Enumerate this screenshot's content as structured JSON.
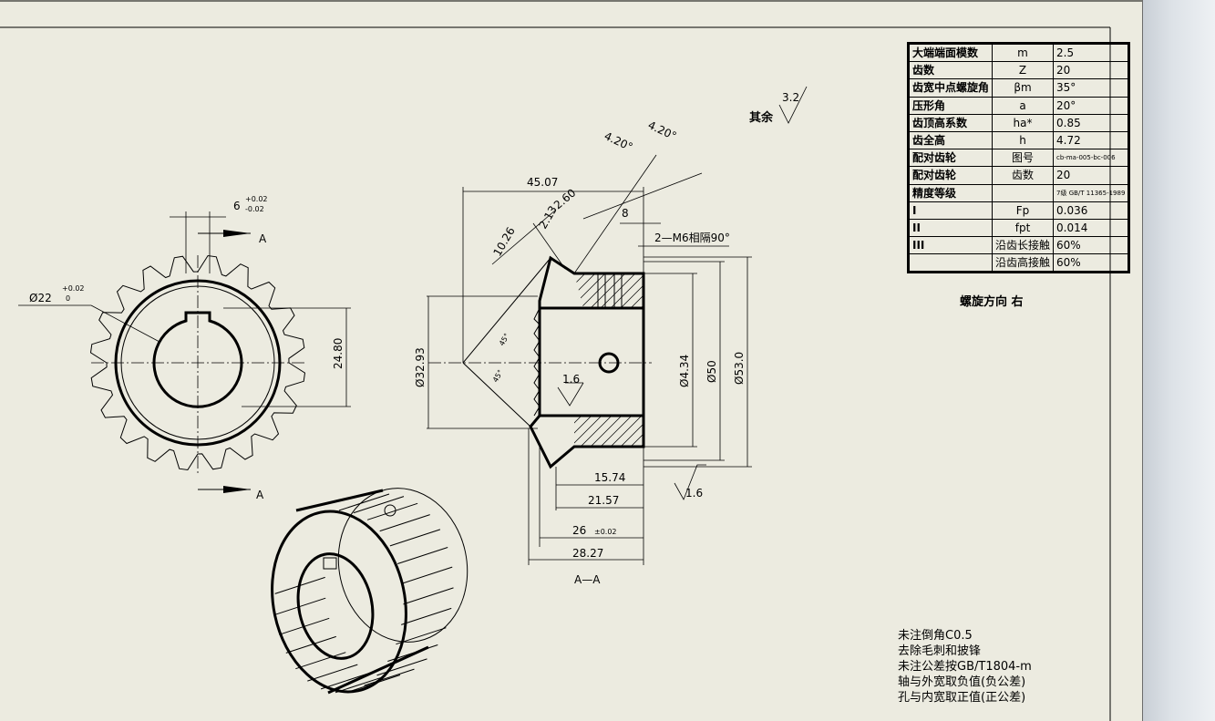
{
  "param_table": {
    "rows": [
      {
        "name": "大端端面模数",
        "sym": "m",
        "val": "2.5"
      },
      {
        "name": "齿数",
        "sym": "Z",
        "val": "20"
      },
      {
        "name": "齿宽中点螺旋角",
        "sym": "βm",
        "val": "35°"
      },
      {
        "name": "压形角",
        "sym": "a",
        "val": "20°"
      },
      {
        "name": "齿顶高系数",
        "sym": "ha*",
        "val": "0.85"
      },
      {
        "name": "齿全高",
        "sym": "h",
        "val": "4.72"
      },
      {
        "name": "配对齿轮",
        "sym": "图号",
        "val": "cb-ma-005-bc-006"
      },
      {
        "name": "配对齿轮",
        "sym": "齿数",
        "val": "20"
      },
      {
        "name": "精度等级",
        "sym": "",
        "val": "7级 GB/T 11365-1989"
      },
      {
        "name": "I",
        "sym": "Fp",
        "val": "0.036"
      },
      {
        "name": "II",
        "sym": "fpt",
        "val": "0.014"
      },
      {
        "name": "III",
        "sym": "沿齿长接触",
        "val": "60%"
      },
      {
        "name": "",
        "sym": "沿齿高接触",
        "val": "60%"
      }
    ]
  },
  "spiral_direction": "螺旋方向   右",
  "roughness_rest": {
    "label": "其余",
    "value": "3.2"
  },
  "notes": [
    "未注倒角C0.5",
    "去除毛刺和披锋",
    "未注公差按GB/T1804-m",
    "轴与外宽取负值(负公差)",
    "孔与内宽取正值(正公差)"
  ],
  "front_view": {
    "keyway_width": "6",
    "keyway_tol_upper": "+0.02",
    "keyway_tol_lower": "-0.02",
    "bore_dia": "Ø22",
    "bore_tol_upper": "+0.02",
    "bore_tol_lower": "0",
    "key_depth": "24.80",
    "section_mark": "A"
  },
  "section_view": {
    "label": "A—A",
    "dims": {
      "d1": "45.07",
      "d2": "4.20°",
      "d3": "4.20°",
      "d4": "2.60",
      "d5": "2.13",
      "d6": "8",
      "d7": "10.26",
      "d8": "2—M6相隔90°",
      "d9": "Ø32.93",
      "d10": "45°",
      "d11": "45°",
      "d12": "1.6",
      "d13": "Ø4.34",
      "d14": "Ø50",
      "d15": "Ø53.0",
      "d16": "15.74",
      "d17": "21.57",
      "d18": "26",
      "d18tol": "±0.02",
      "d19": "28.27",
      "d20": "1.6"
    }
  }
}
